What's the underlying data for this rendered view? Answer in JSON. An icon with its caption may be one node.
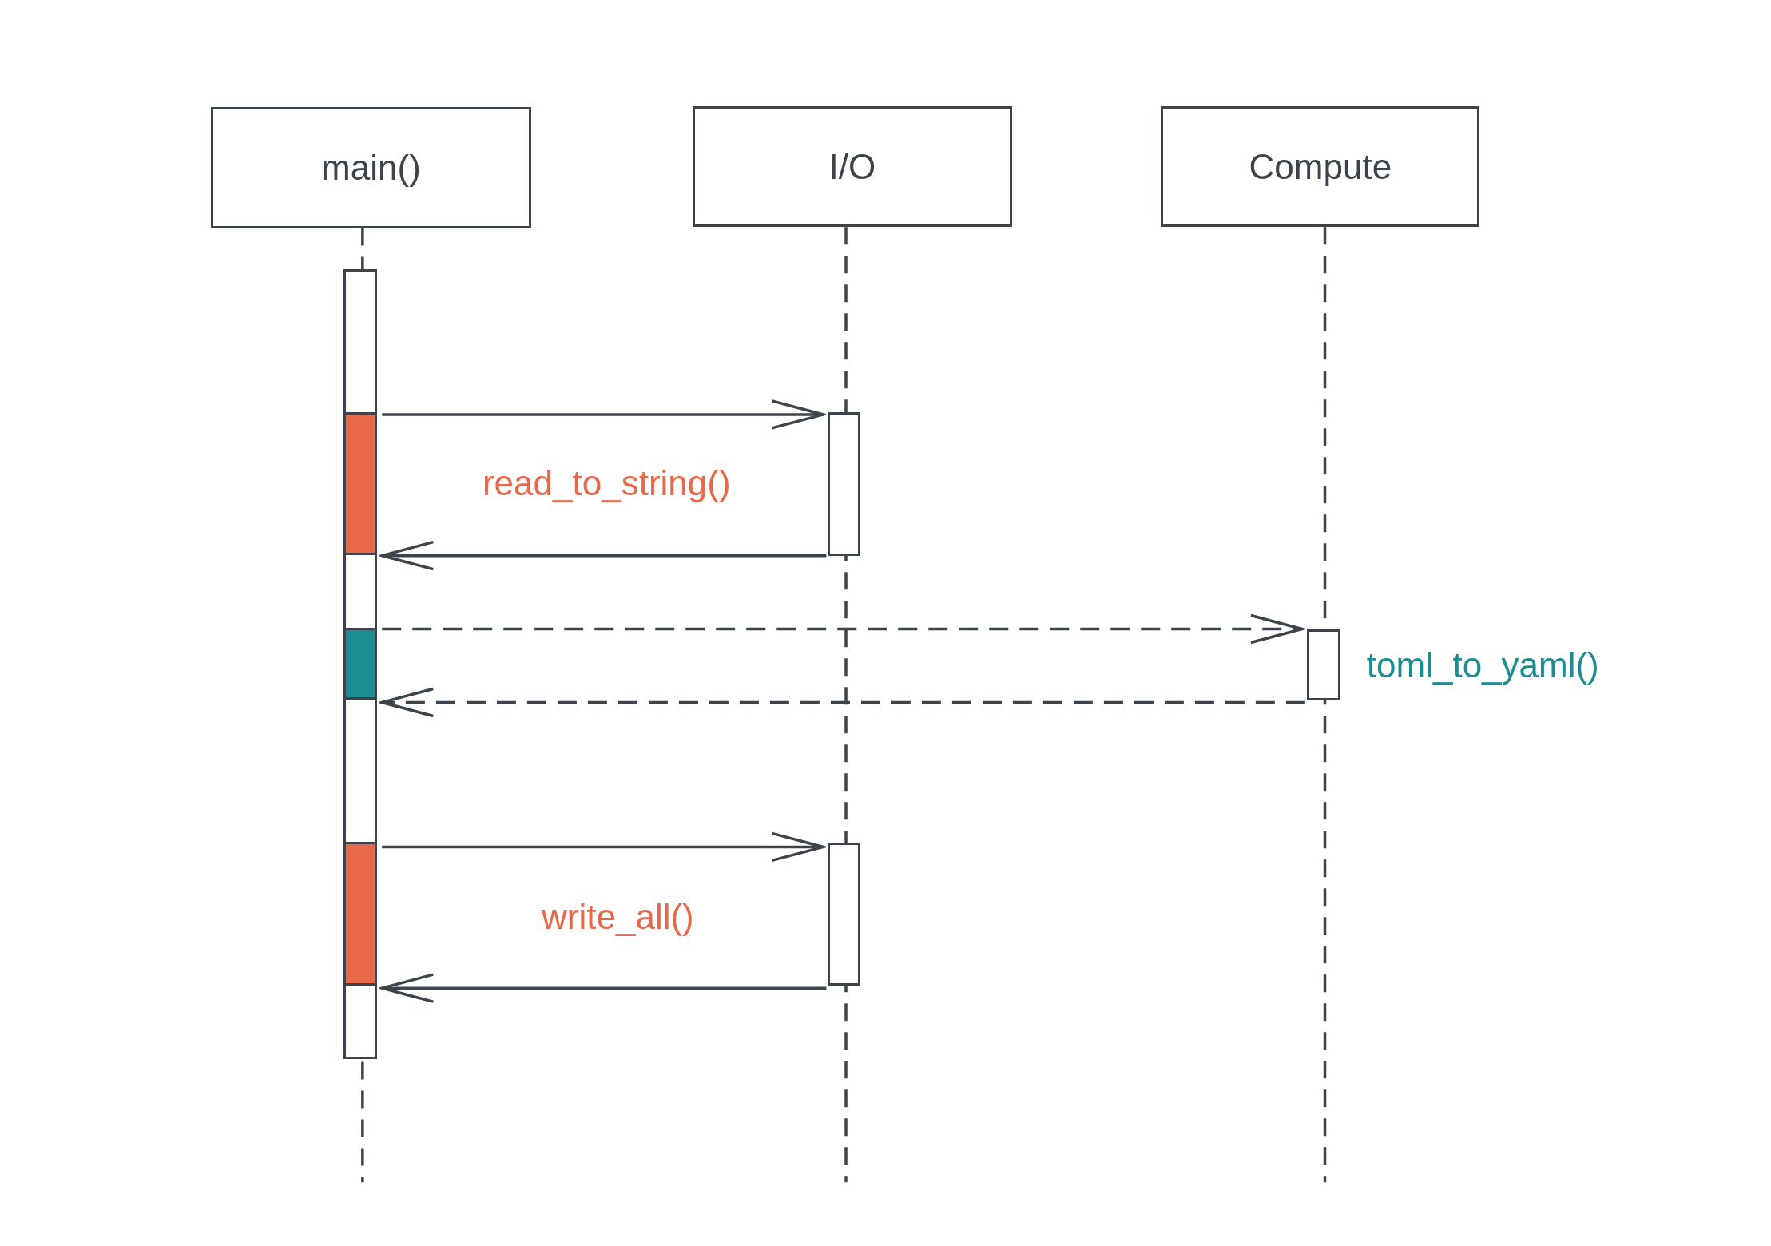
{
  "diagram": {
    "nodes": [
      {
        "text": [
          "main()"
        ]
      },
      {
        "text": [
          "I/O"
        ]
      },
      {
        "text": [
          "Compute"
        ]
      },
      {
        "text": [],
        "shape": "bar"
      },
      {
        "text": [],
        "shape": "bar"
      },
      {
        "text": [],
        "shape": "bar"
      },
      {
        "text": [],
        "shape": "bar"
      }
    ],
    "edges": [
      {
        "from": 3,
        "to": 4,
        "arrow": "to"
      },
      {
        "from": 4,
        "to": 3,
        "arrow": "to"
      },
      {
        "from": 3,
        "to": 5,
        "arrow": "to",
        "style": "dashed"
      },
      {
        "from": 5,
        "to": 3,
        "arrow": "to",
        "style": "dashed"
      },
      {
        "from": 3,
        "to": 6,
        "arrow": "to"
      },
      {
        "from": 6,
        "to": 3,
        "arrow": "to"
      }
    ],
    "labels": [
      "read_to_string()",
      "toml_to_yaml()",
      "write_all()"
    ]
  }
}
